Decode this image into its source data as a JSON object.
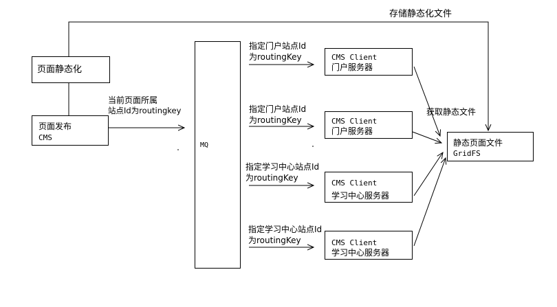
{
  "nodes": {
    "static_page": {
      "label": "页面静态化"
    },
    "publish": {
      "line1": "页面发布",
      "line2": "CMS"
    },
    "mq": {
      "label": "MQ"
    },
    "clients": [
      {
        "line1": "CMS Client",
        "line2": "门户服务器"
      },
      {
        "line1": "CMS Client",
        "line2": "门户服务器"
      },
      {
        "line1": "CMS Client",
        "line2": "学习中心服务器"
      },
      {
        "line1": "CMS Client",
        "line2": "学习中心服务器"
      }
    ],
    "gridfs": {
      "line1": "静态页面文件",
      "line2": "GridFS"
    }
  },
  "edges": {
    "store_label": "存储静态化文件",
    "publish_to_mq": {
      "line1": "当前页面所属",
      "line2": "站点Id为routingkey"
    },
    "mq_to_client": [
      {
        "line1": "指定门户站点Id",
        "line2": "为routingKey"
      },
      {
        "line1": "指定门户站点Id",
        "line2": "为routingKey"
      },
      {
        "line1": "指定学习中心站点Id",
        "line2": "为routingKey"
      },
      {
        "line1": "指定学习中心站点Id",
        "line2": "为routingKey"
      }
    ],
    "fetch_label": "获取静态文件"
  }
}
